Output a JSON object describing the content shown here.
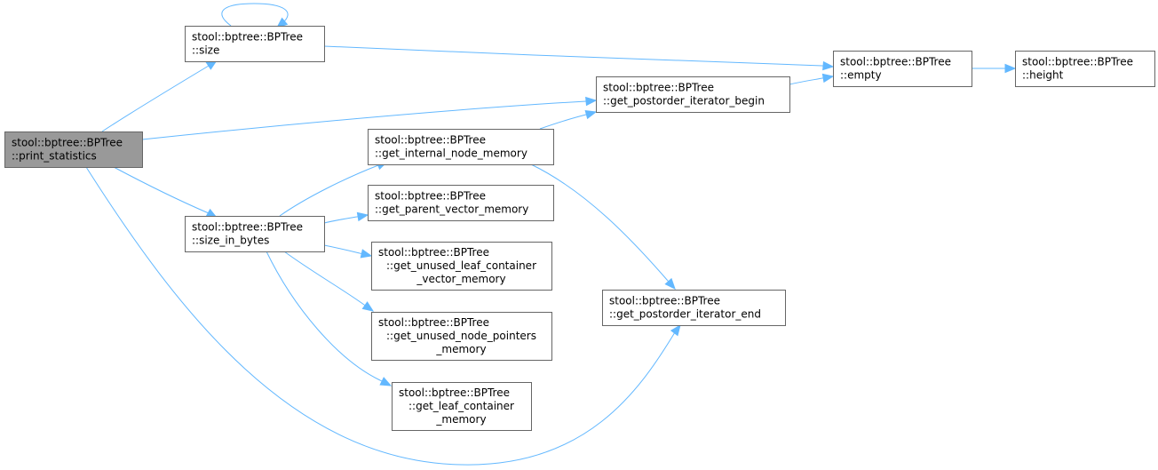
{
  "colors": {
    "root_fill": "#999999",
    "node_fill": "#ffffff",
    "node_border": "#666666",
    "edge": "#63b8ff",
    "text": "#000000"
  },
  "nodes": [
    {
      "id": "print_statistics",
      "lines": [
        "stool::bptree::BPTree",
        "::print_statistics"
      ],
      "root": true
    },
    {
      "id": "size",
      "lines": [
        "stool::bptree::BPTree",
        "::size"
      ]
    },
    {
      "id": "size_in_bytes",
      "lines": [
        "stool::bptree::BPTree",
        "::size_in_bytes"
      ]
    },
    {
      "id": "get_internal_node_memory",
      "lines": [
        "stool::bptree::BPTree",
        "::get_internal_node_memory"
      ]
    },
    {
      "id": "get_parent_vector_memory",
      "lines": [
        "stool::bptree::BPTree",
        "::get_parent_vector_memory"
      ]
    },
    {
      "id": "get_unused_leaf_container_vector_memory",
      "lines": [
        "stool::bptree::BPTree",
        "::get_unused_leaf_container",
        "_vector_memory"
      ]
    },
    {
      "id": "get_unused_node_pointers_memory",
      "lines": [
        "stool::bptree::BPTree",
        "::get_unused_node_pointers",
        "_memory"
      ]
    },
    {
      "id": "get_leaf_container_memory",
      "lines": [
        "stool::bptree::BPTree",
        "::get_leaf_container",
        "_memory"
      ]
    },
    {
      "id": "get_postorder_iterator_begin",
      "lines": [
        "stool::bptree::BPTree",
        "::get_postorder_iterator_begin"
      ]
    },
    {
      "id": "get_postorder_iterator_end",
      "lines": [
        "stool::bptree::BPTree",
        "::get_postorder_iterator_end"
      ]
    },
    {
      "id": "empty",
      "lines": [
        "stool::bptree::BPTree",
        "::empty"
      ]
    },
    {
      "id": "height",
      "lines": [
        "stool::bptree::BPTree",
        "::height"
      ]
    }
  ],
  "edges": [
    {
      "from": "print_statistics",
      "to": "size"
    },
    {
      "from": "print_statistics",
      "to": "get_postorder_iterator_begin"
    },
    {
      "from": "print_statistics",
      "to": "size_in_bytes"
    },
    {
      "from": "print_statistics",
      "to": "get_postorder_iterator_end"
    },
    {
      "from": "size",
      "to": "size"
    },
    {
      "from": "size",
      "to": "empty"
    },
    {
      "from": "size_in_bytes",
      "to": "get_internal_node_memory"
    },
    {
      "from": "size_in_bytes",
      "to": "get_parent_vector_memory"
    },
    {
      "from": "size_in_bytes",
      "to": "get_unused_leaf_container_vector_memory"
    },
    {
      "from": "size_in_bytes",
      "to": "get_unused_node_pointers_memory"
    },
    {
      "from": "size_in_bytes",
      "to": "get_leaf_container_memory"
    },
    {
      "from": "get_internal_node_memory",
      "to": "get_postorder_iterator_begin"
    },
    {
      "from": "get_internal_node_memory",
      "to": "get_postorder_iterator_end"
    },
    {
      "from": "get_postorder_iterator_begin",
      "to": "empty"
    },
    {
      "from": "empty",
      "to": "height"
    }
  ]
}
